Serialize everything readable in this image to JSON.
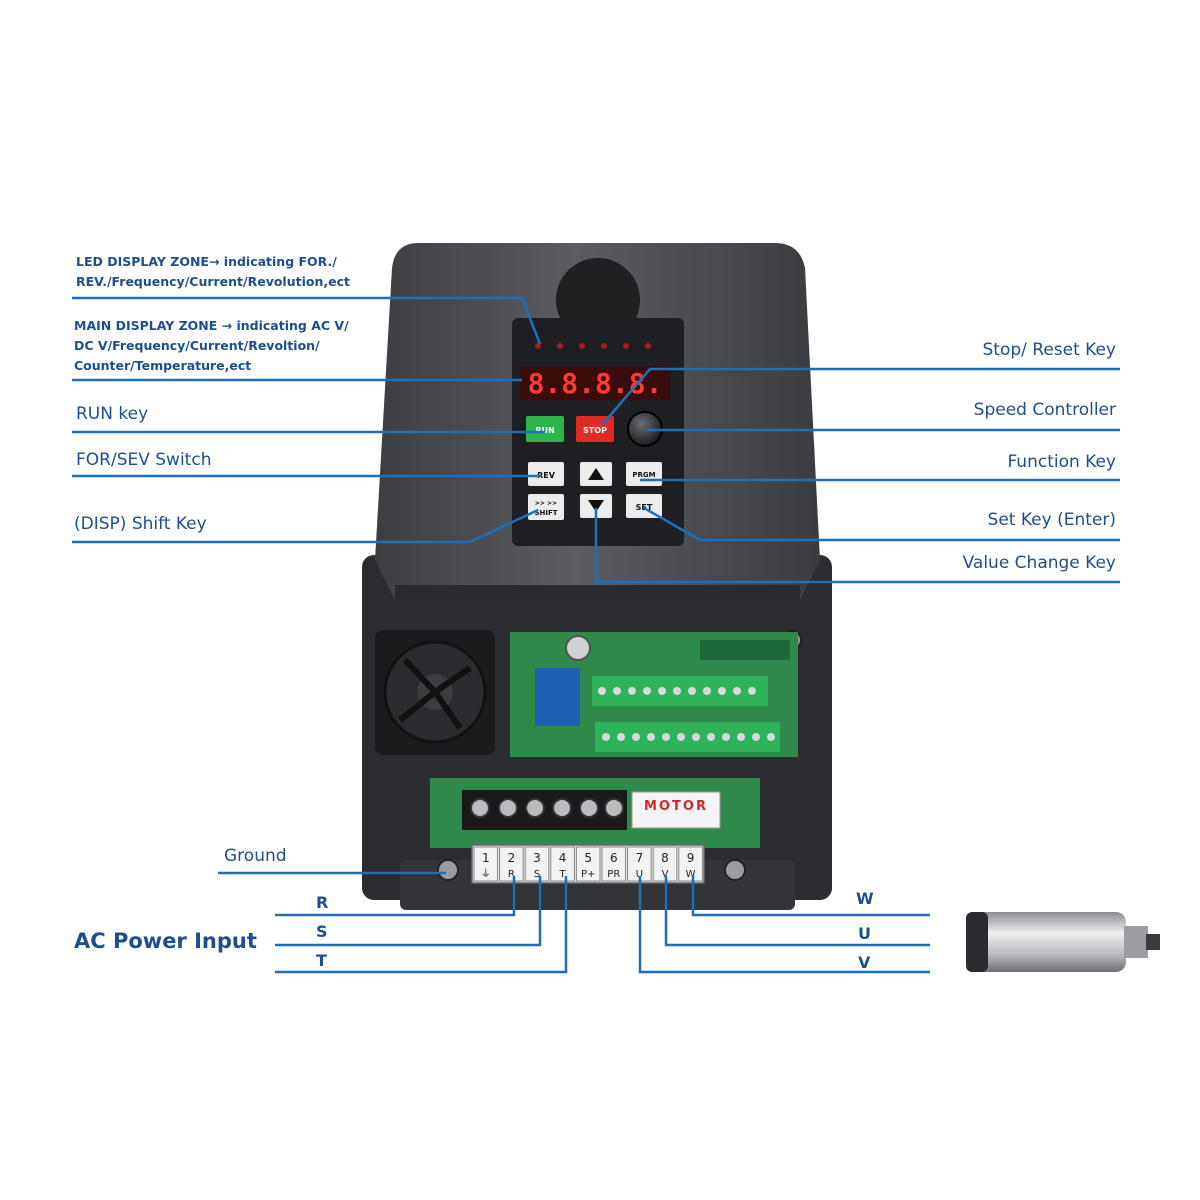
{
  "colors": {
    "callout": "#1e6fb8",
    "label_text": "#1e4f8c",
    "housing": "#4a4c50",
    "keypad": "#1e1f22",
    "pcb": "#2e8a4a",
    "terminal": "#2fb35a"
  },
  "labels": {
    "led_zone_line1": "LED DISPLAY ZONE→ indicating FOR./",
    "led_zone_line2": "REV./Frequency/Current/Revolution,ect",
    "main_zone_line1": "MAIN DISPLAY ZONE → indicating AC V/",
    "main_zone_line2": "DC V/Frequency/Current/Revoltion/",
    "main_zone_line3": "Counter/Temperature,ect",
    "run_key": "RUN key",
    "for_sev_switch": "FOR/SEV Switch",
    "disp_shift_key": "(DISP) Shift Key",
    "stop_reset_key": "Stop/ Reset Key",
    "speed_controller": "Speed Controller",
    "function_key": "Function Key",
    "set_key": "Set Key (Enter)",
    "value_change_key": "Value Change Key",
    "ground": "Ground",
    "ac_power_input": "AC Power Input",
    "phase_r": "R",
    "phase_s": "S",
    "phase_t": "T",
    "phase_w": "W",
    "phase_u": "U",
    "phase_v": "V"
  },
  "keypad": {
    "run": "RUN",
    "stop": "STOP",
    "rev": "REV",
    "shift_line1": ">> >>",
    "shift_line2": "SHIFT",
    "prgm": "PRGM",
    "set": "SET",
    "display_digits": "8.8.8.8."
  },
  "terminal_block": {
    "numbers": [
      "1",
      "2",
      "3",
      "4",
      "5",
      "6",
      "7",
      "8",
      "9"
    ],
    "marks": [
      "⏚",
      "R",
      "S",
      "T",
      "P+",
      "PR",
      "U",
      "V",
      "W"
    ]
  },
  "motor_plate": "MOTOR"
}
